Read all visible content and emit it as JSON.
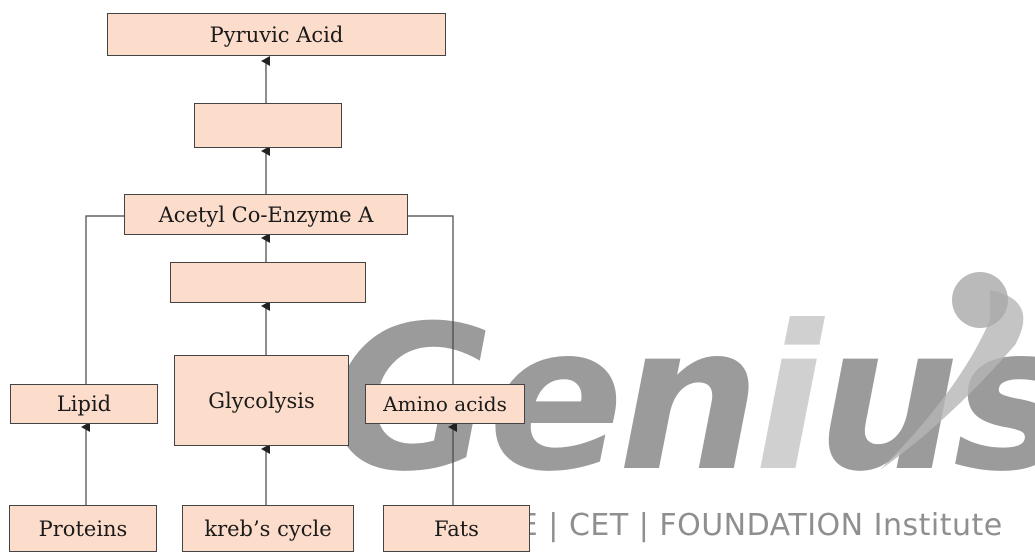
{
  "diagram": {
    "colors": {
      "box_fill": "#fcdccb",
      "line": "#444444"
    },
    "nodes": {
      "pyruvic_acid": "Pyruvic Acid",
      "blank_upper": "",
      "acetyl_coa": "Acetyl Co-Enzyme A",
      "blank_lower": "",
      "lipid": "Lipid",
      "glycolysis": "Glycolysis",
      "amino_acids": "Amino acids",
      "proteins": "Proteins",
      "krebs_cycle": "kreb’s cycle",
      "fats": "Fats"
    }
  },
  "watermark": {
    "logo_text_part1": "Ge",
    "logo_text_part2": "n",
    "logo_text_part3": "i",
    "logo_text_part4": "us",
    "tagline": "JEE | CET | FOUNDATION Institute"
  }
}
